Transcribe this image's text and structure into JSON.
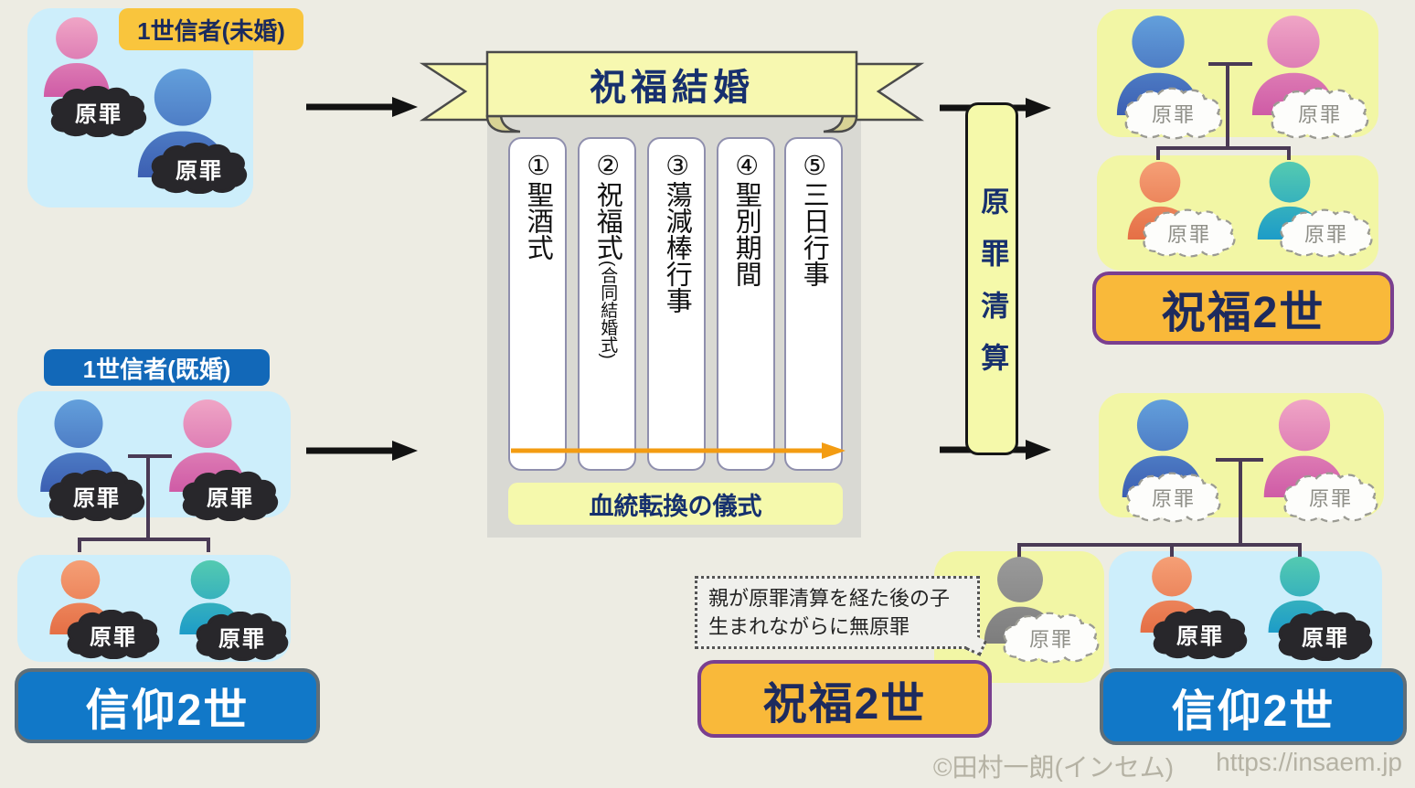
{
  "title_banner": "祝福結婚",
  "labels": {
    "original_sin": "原罪",
    "first_gen_unmarried": "1世信者(未婚)",
    "first_gen_married": "1世信者(既婚)",
    "ritual_caption": "血統転換の儀式",
    "sin_settlement": "原罪清算",
    "blessed_2nd_gen": "祝福2世",
    "faith_2nd_gen": "信仰2世"
  },
  "ceremony_steps": [
    {
      "title": "①聖酒式",
      "sub": ""
    },
    {
      "title": "②祝福式",
      "sub": "(合同結婚式)"
    },
    {
      "title": "③蕩減棒行事",
      "sub": ""
    },
    {
      "title": "④聖別期間",
      "sub": ""
    },
    {
      "title": "⑤三日行事",
      "sub": ""
    }
  ],
  "note": {
    "line1": "親が原罪清算を経た後の子",
    "line2": "生まれながらに無原罪"
  },
  "footer": {
    "credit": "©田村一朗(インセム)",
    "url": "https://insaem.jp"
  },
  "colors": {
    "background": "#edece3",
    "family_box_blue": "#cdeefb",
    "family_box_yellow": "#f2f6a5",
    "banner_yellow": "#f7f8b0",
    "tag_yellow": "#f9c53d",
    "tag_blue": "#1268b8",
    "label_orange": "#f9b93a",
    "label_orange_border": "#7a3f8f",
    "label_blue": "#1178c8",
    "navy_text": "#17306e",
    "sin_cloud_black": "#28272b",
    "flow_arrow_black": "#121212",
    "flow_arrow_orange": "#f39c12",
    "family_line_purple": "#4a3a55"
  }
}
